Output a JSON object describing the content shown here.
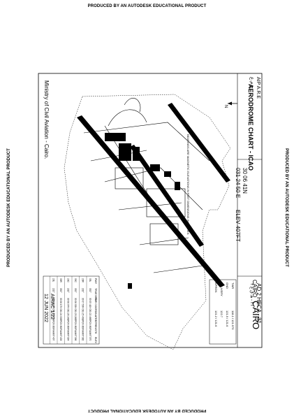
{
  "banners": {
    "top": "PRODUCED BY AN AUTODESK EDUCATIONAL PRODUCT",
    "bottom": "PRODUCED BY AN AUTODESK EDUCATIONAL PRODUCT",
    "left": "PRODUCED BY AN AUTODESK EDUCATIONAL PRODUCT",
    "right": "PRODUCED BY AN AUTODESK EDUCATIONAL PRODUCT"
  },
  "chart": {
    "aip_label": "AIP A.R.E",
    "aip_arabic": "ج.م.ع",
    "title": "AERODROME CHART - ICAO",
    "coord_lat": "30 06 41N",
    "coord_lon": "031 24 50 E",
    "elev": "ELEV 407FT",
    "page_ref": "AD 2 HECA - 31",
    "page_ref_arabic": "٣١ - هـ ق ع ٢",
    "city": "CAIRO",
    "city_large": "CAIRO",
    "ministry": "Ministry of Civil Aviation - Cairo.",
    "date_line1": "12 JUN 2022",
    "date_line2": "AIRAC 1/22",
    "north": "N",
    "bearing_note": "BEARINGS ARE MAGNETIC ELEVATIONS IN FEET DIMENSIONS IN METRES",
    "frequencies": [
      {
        "service": "TWR",
        "freq": "118.1 / 121.975"
      },
      {
        "service": "GND",
        "freq": "121.9 / 121.6"
      },
      {
        "service": "DELIVERY",
        "freq": "122.7"
      },
      {
        "service": "APRON",
        "freq": "121.2 / 121.6"
      }
    ]
  },
  "runway_table": {
    "headers": [
      "RWY",
      "TRUE BRG",
      "THR COORDINATES",
      "STRENGTH",
      "ELEV"
    ],
    "rows": [
      {
        "rwy": "05L",
        "brg": "052°",
        "coords": "30 05 41N 031 22 48E",
        "strength": "PCN 80/F/A/W/T",
        "elev": "370"
      },
      {
        "rwy": "23R",
        "brg": "232°",
        "coords": "30 07 50N 031 25 40E",
        "strength": "PCN 80/F/A/W/T",
        "elev": "382"
      },
      {
        "rwy": "05C",
        "brg": "052°",
        "coords": "30 06 00N 031 23 26E",
        "strength": "PCN 80/F/A/W/T",
        "elev": "396"
      },
      {
        "rwy": "23C",
        "brg": "232°",
        "coords": "30 08 07N 031 26 14E",
        "strength": "PCN 80/F/A/W/T",
        "elev": "394"
      },
      {
        "rwy": "05R",
        "brg": "052°",
        "coords": "30 06 17N 031 24 00E",
        "strength": "PCN 80/F/A/W/T",
        "elev": "403"
      },
      {
        "rwy": "23L",
        "brg": "232°",
        "coords": "30 08 15N 031 26 55E",
        "strength": "PCN 80/F/A/W/T",
        "elev": "407"
      }
    ]
  }
}
